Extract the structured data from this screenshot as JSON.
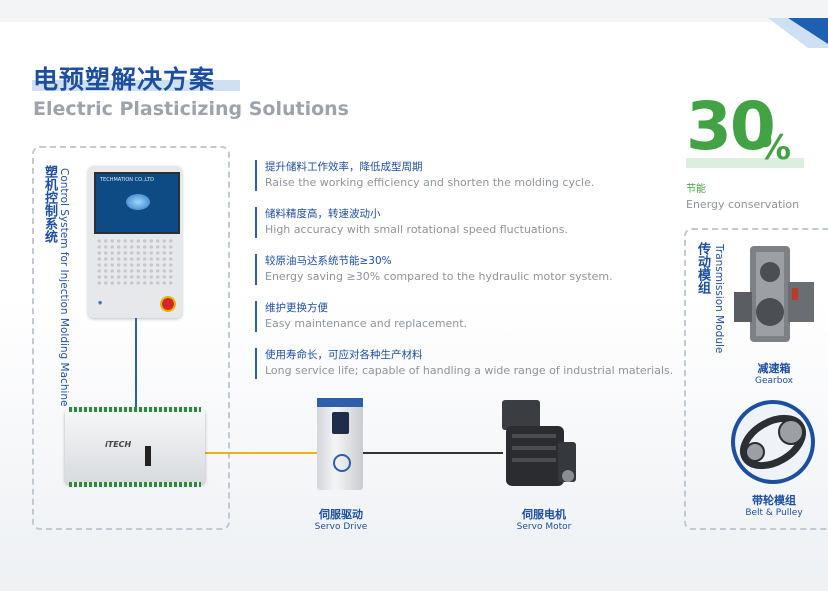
{
  "title": {
    "cn": "电预塑解决方案",
    "en": "Electric Plasticizing Solutions"
  },
  "left_module": {
    "cn": "塑机控制系统",
    "en": "Control System for Injection Molding Machine",
    "panel_brand": "TECHMATION CO.,LTD"
  },
  "features": [
    {
      "cn": "提升储料工作效率，降低成型周期",
      "en": "Raise the working efficiency and shorten the molding cycle."
    },
    {
      "cn": "储料精度高，转速波动小",
      "en": "High accuracy with small rotational speed fluctuations."
    },
    {
      "cn": "较原油马达系统节能≥30%",
      "en": "Energy saving ≥30% compared to the hydraulic motor system."
    },
    {
      "cn": "维护更换方便",
      "en": "Easy maintenance and replacement."
    },
    {
      "cn": "使用寿命长，可应对各种生产材料",
      "en": "Long service life; capable of handling a wide range of industrial materials."
    }
  ],
  "energy": {
    "value": "30",
    "unit": "%",
    "cn": "节能",
    "en": "Energy conservation",
    "color": "#43a244"
  },
  "devices": {
    "controller_text": "iTECH",
    "servo_drive": {
      "cn": "伺服驱动",
      "en": "Servo Drive"
    },
    "servo_motor": {
      "cn": "伺服电机",
      "en": "Servo Motor"
    }
  },
  "right_module": {
    "cn": "传动模组",
    "en": "Transmission Module",
    "gearbox": {
      "cn": "减速箱",
      "en": "Gearbox"
    },
    "belt": {
      "cn": "带轮模组",
      "en": "Belt & Pulley"
    }
  },
  "colors": {
    "brand_blue": "#1d4f9e",
    "wire_yellow": "#e7b21a",
    "accent_green": "#43a244"
  }
}
